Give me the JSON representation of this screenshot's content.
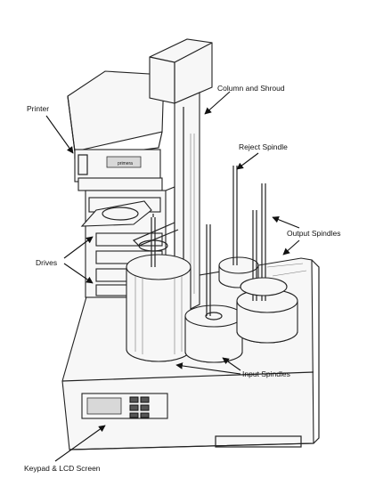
{
  "labels": {
    "column": "Column and Shroud",
    "reject": "Reject Spindle",
    "printer": "Printer",
    "output": "Output Spindles",
    "drives": "Drives",
    "input": "Input Spindles",
    "keypad": "Keypad & LCD Screen"
  },
  "printer_brand": "primera",
  "icons": [
    "arrow-icon"
  ]
}
